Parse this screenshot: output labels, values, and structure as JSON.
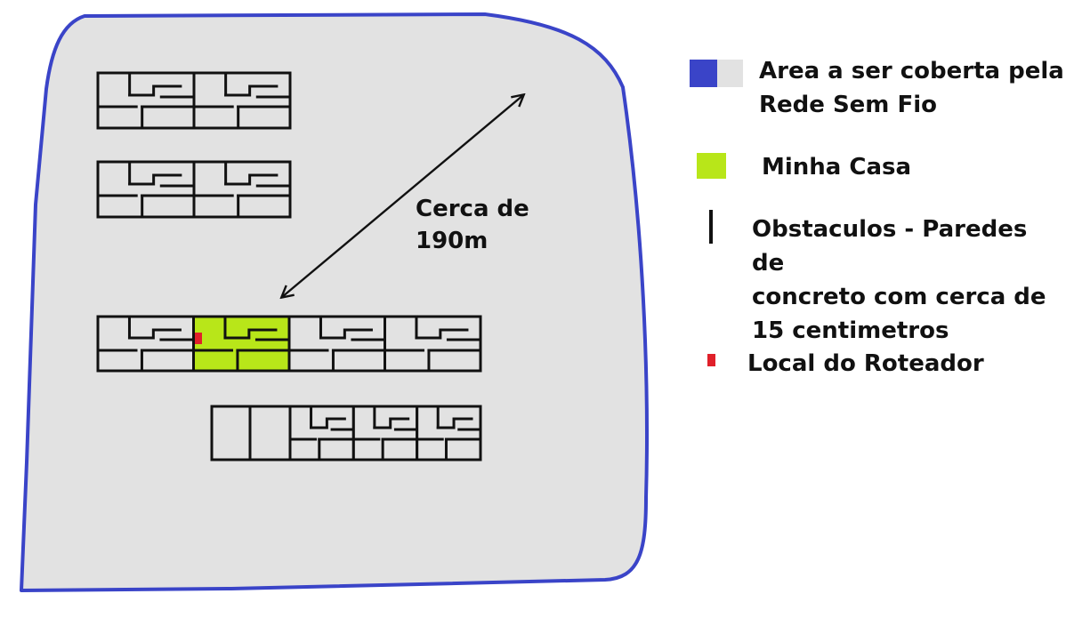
{
  "colors": {
    "area_fill": "#e2e2e2",
    "area_border": "#3a44c8",
    "house": "#b8e619",
    "router": "#e0202a",
    "wall": "#111111",
    "legend_blue": "#3a44c8",
    "legend_grey": "#e2e2e2"
  },
  "distance_label": "Cerca de\n190m",
  "legend": {
    "area": "Area a ser coberta pela\nRede Sem Fio",
    "house": "Minha Casa",
    "obstacles": "Obstaculos - Paredes de\nconcreto com cerca de\n15 centimetros",
    "router": "Local do Roteador"
  }
}
